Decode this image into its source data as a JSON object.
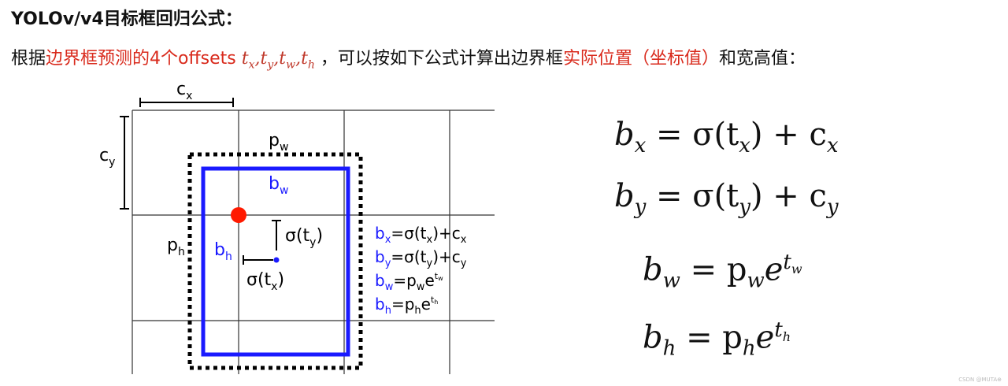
{
  "title": "YOLOv/v4目标框回归公式：",
  "intro": {
    "prefix": "根据",
    "highlight1": "边界框预测的4个offsets",
    "vars": [
      "t",
      "x",
      ",",
      "t",
      "y",
      ",",
      "t",
      "w",
      ",",
      "t",
      "h"
    ],
    "middle": " ，可以按如下公式计算出边界框",
    "highlight2": "实际位置（坐标值）",
    "suffix": "和宽高值："
  },
  "diagram": {
    "cx": "c",
    "cx_sub": "x",
    "cy": "c",
    "cy_sub": "y",
    "pw": "p",
    "pw_sub": "w",
    "ph": "p",
    "ph_sub": "h",
    "bw": "b",
    "bw_sub": "w",
    "bh": "b",
    "bh_sub": "h",
    "sigma_ty": "σ(t",
    "sigma_ty_sub": "y",
    "sigma_close": ")",
    "sigma_tx": "σ(t",
    "sigma_tx_sub": "x",
    "eq1": {
      "b": "b",
      "bs": "x",
      "rhs": "=σ(t",
      "s1": "x",
      "mid": ")+c",
      "s2": "x"
    },
    "eq2": {
      "b": "b",
      "bs": "y",
      "rhs": "=σ(t",
      "s1": "y",
      "mid": ")+c",
      "s2": "y"
    },
    "eq3": {
      "b": "b",
      "bs": "w",
      "rhs": "=p",
      "s1": "w",
      "mid": "e",
      "sup": "t",
      "supsub": "w"
    },
    "eq4": {
      "b": "b",
      "bs": "h",
      "rhs": "=p",
      "s1": "h",
      "mid": "e",
      "sup": "t",
      "supsub": "h"
    },
    "colors": {
      "blue": "#1a1aff",
      "red": "#ff1a00",
      "grid": "#333333"
    }
  },
  "formulas": [
    {
      "lhs": "b",
      "lhs_sub": "x",
      "eq": " = σ(t",
      "inner_sub": "x",
      "rest": ") + c",
      "rest_sub": "x"
    },
    {
      "lhs": "b",
      "lhs_sub": "y",
      "eq": " = σ(t",
      "inner_sub": "y",
      "rest": ") + c",
      "rest_sub": "y"
    },
    {
      "lhs": "b",
      "lhs_sub": "w",
      "eq": " = p",
      "inner_sub": "w",
      "rest": "e",
      "sup": "t",
      "sup_sub": "w"
    },
    {
      "lhs": "b",
      "lhs_sub": "h",
      "eq": " = p",
      "inner_sub": "h",
      "rest": "e",
      "sup": "t",
      "sup_sub": "h"
    }
  ],
  "watermark": "CSDN @MUTA⊕"
}
